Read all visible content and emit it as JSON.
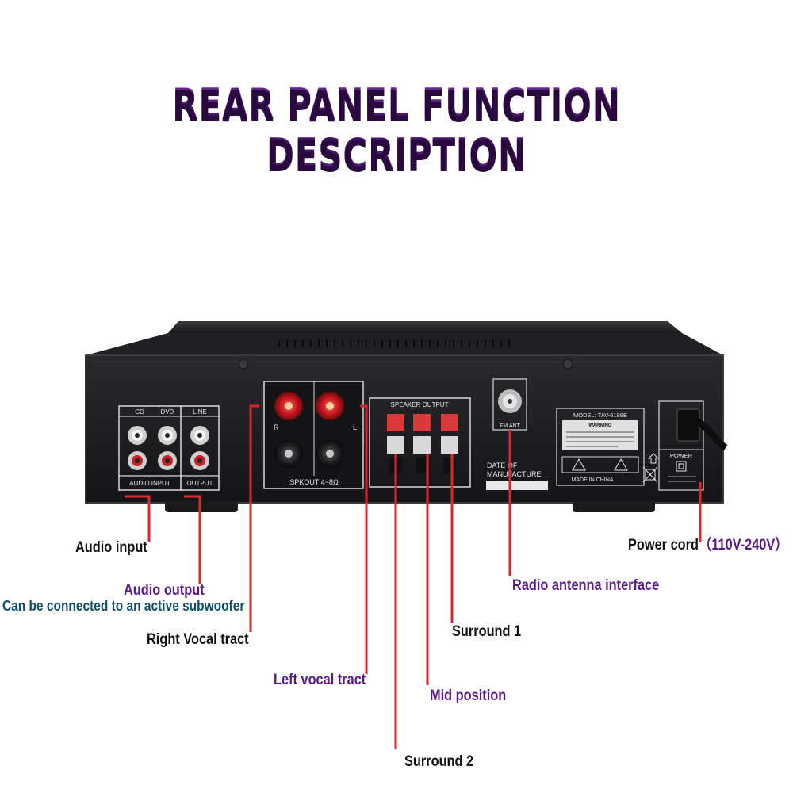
{
  "title": "REAR PANEL FUNCTION DESCRIPTION",
  "panel": {
    "cd": "CD",
    "dvd": "DVD",
    "line": "LINE",
    "audio_input": "AUDIO INPUT",
    "output": "OUTPUT",
    "r": "R",
    "l": "L",
    "spkout": "SPKOUT 4~8Ω",
    "speaker_output": "SPEAKER OUTPUT",
    "fm_ant": "FM ANT",
    "date_line1": "DATE OF",
    "date_line2": "MANUFACTURE",
    "model": "MODEL: TAV-6188E",
    "warning": "WARNING",
    "made_in": "MADE IN CHINA",
    "power": "POWER"
  },
  "labels": {
    "audio_input": "Audio input",
    "audio_output": "Audio output",
    "subwoofer_note": "Can be connected to an active subwoofer",
    "right_vocal": "Right Vocal tract",
    "left_vocal": "Left vocal tract",
    "surround2": "Surround 2",
    "mid_position": "Mid position",
    "surround1": "Surround 1",
    "radio_antenna": "Radio antenna interface",
    "power_cord": "Power cord",
    "power_voltage": "（110V-240V）"
  },
  "colors": {
    "title": "#4a1a6e",
    "leader_lines": "#e0262c",
    "label_black": "#111111",
    "label_purple": "#5a1a86",
    "label_teal": "#0f4f68",
    "chassis": "#1c1c1e"
  }
}
